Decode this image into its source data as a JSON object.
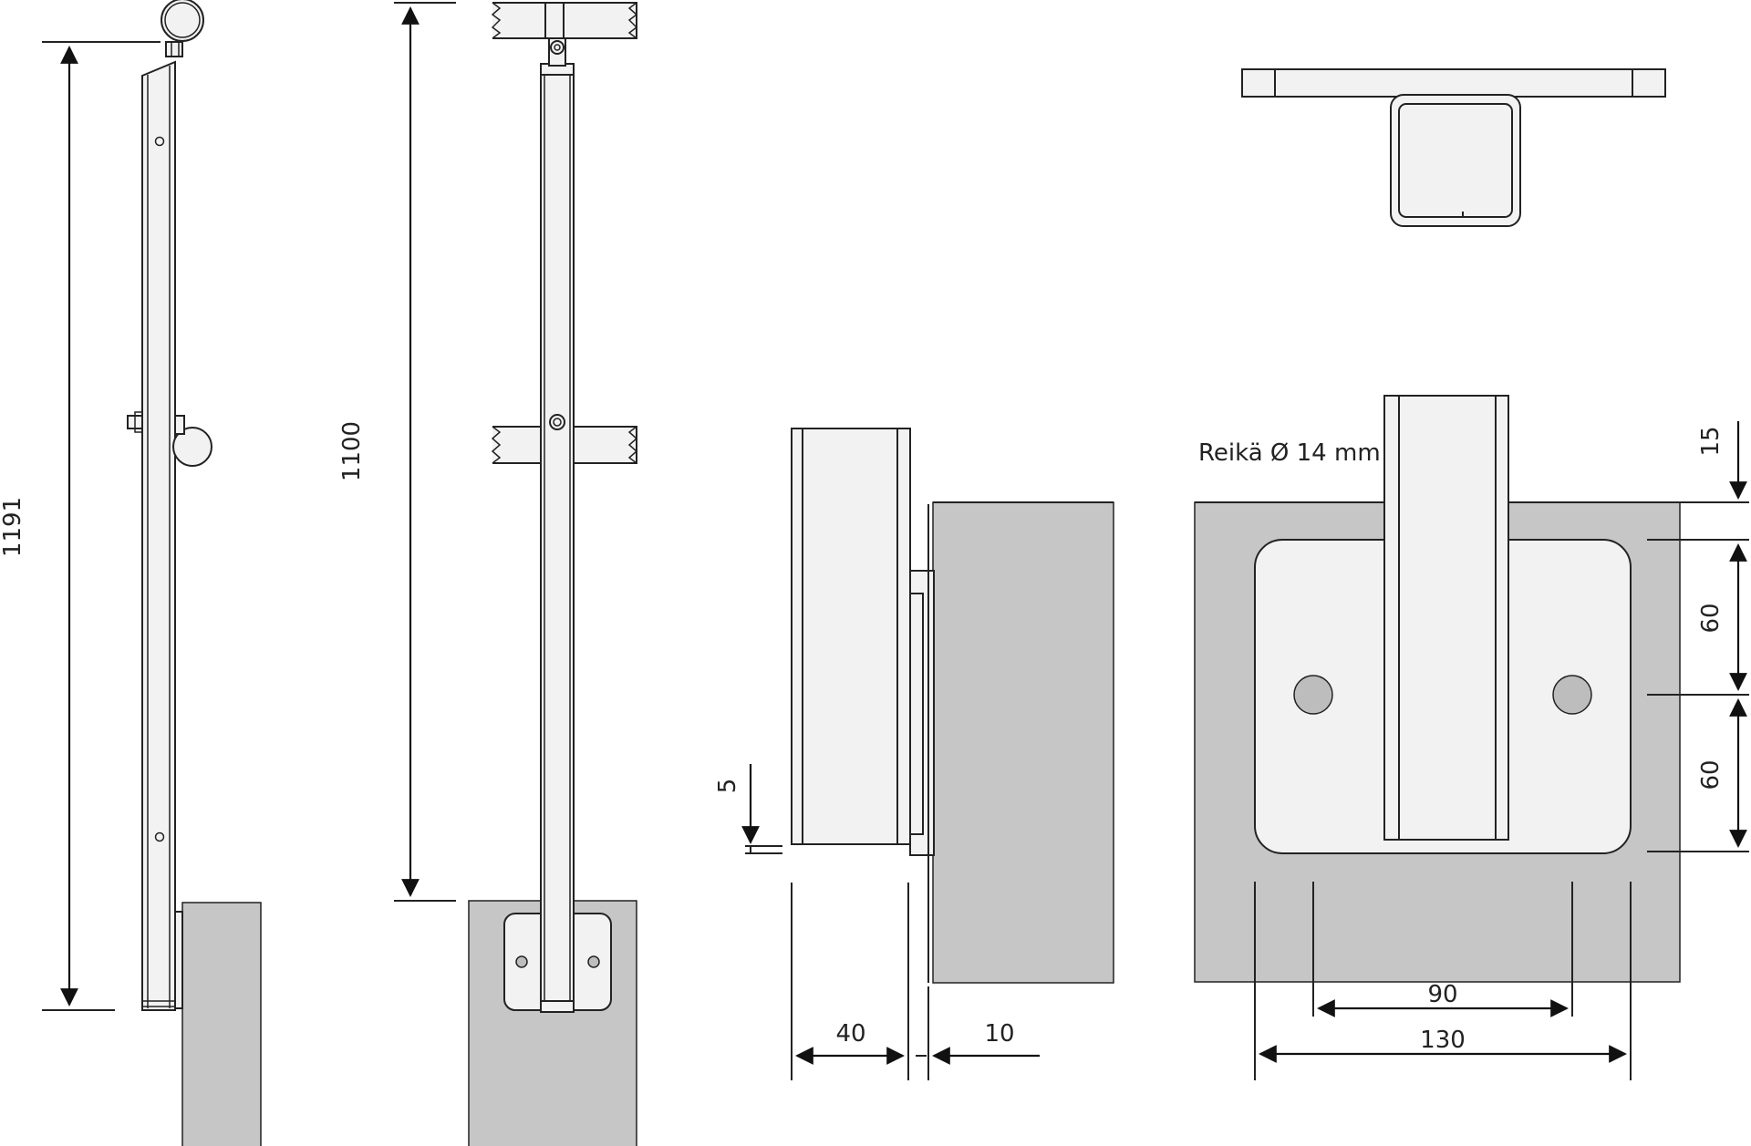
{
  "drawing": {
    "labels": {
      "overall_height": "1191",
      "rail_height": "1100",
      "hole_note": "Reikä Ø 14 mm",
      "edge_distance_top": "15",
      "hole_spacing_upper": "60",
      "hole_spacing_lower": "60",
      "hole_horizontal_spacing": "90",
      "plate_width": "130",
      "post_depth": "40",
      "plate_offset": "10",
      "plate_thickness": "5"
    },
    "colors": {
      "wall": "#c6c6c6",
      "metal": "#f2f2f2",
      "line": "#222222"
    }
  }
}
